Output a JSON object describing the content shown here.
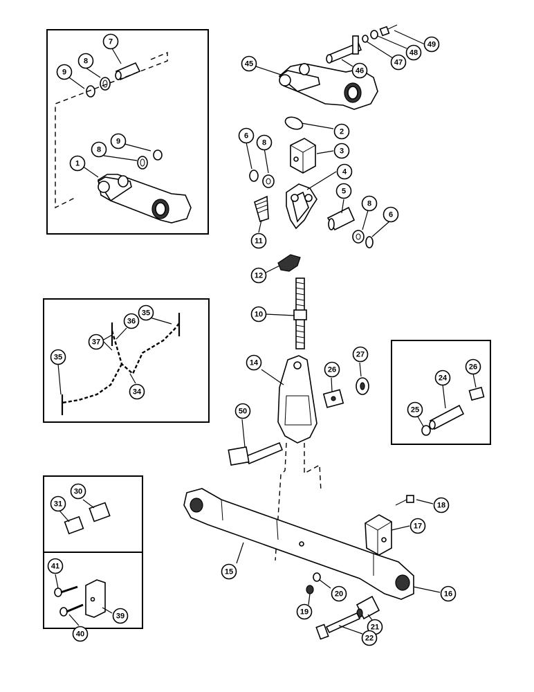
{
  "diagram": {
    "callouts": [
      {
        "label": "7"
      },
      {
        "label": "8"
      },
      {
        "label": "9"
      },
      {
        "label": "8"
      },
      {
        "label": "9"
      },
      {
        "label": "1"
      },
      {
        "label": "45"
      },
      {
        "label": "46"
      },
      {
        "label": "47"
      },
      {
        "label": "48"
      },
      {
        "label": "49"
      },
      {
        "label": "2"
      },
      {
        "label": "3"
      },
      {
        "label": "4"
      },
      {
        "label": "6"
      },
      {
        "label": "8"
      },
      {
        "label": "5"
      },
      {
        "label": "8"
      },
      {
        "label": "6"
      },
      {
        "label": "11"
      },
      {
        "label": "12"
      },
      {
        "label": "10"
      },
      {
        "label": "35"
      },
      {
        "label": "36"
      },
      {
        "label": "37"
      },
      {
        "label": "35"
      },
      {
        "label": "34"
      },
      {
        "label": "14"
      },
      {
        "label": "26"
      },
      {
        "label": "27"
      },
      {
        "label": "50"
      },
      {
        "label": "24"
      },
      {
        "label": "26"
      },
      {
        "label": "25"
      },
      {
        "label": "31"
      },
      {
        "label": "30"
      },
      {
        "label": "18"
      },
      {
        "label": "17"
      },
      {
        "label": "15"
      },
      {
        "label": "20"
      },
      {
        "label": "19"
      },
      {
        "label": "16"
      },
      {
        "label": "21"
      },
      {
        "label": "22"
      },
      {
        "label": "41"
      },
      {
        "label": "39"
      },
      {
        "label": "40"
      }
    ]
  }
}
